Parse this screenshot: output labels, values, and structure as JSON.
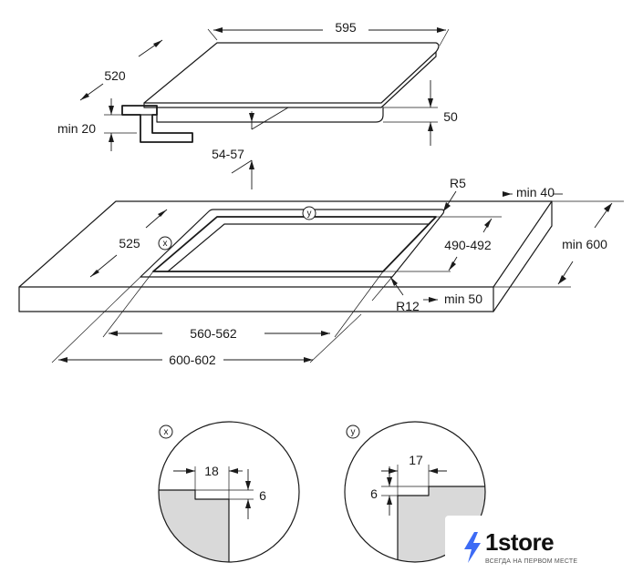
{
  "diagram": {
    "hob": {
      "width": "595",
      "depth": "520",
      "height": "50",
      "min_clearance": "min 20",
      "built_in_depth": "54-57"
    },
    "cutout": {
      "corner_radius_outer": "R5",
      "min_back": "min 40",
      "min_depth": "min 600",
      "depth": "490-492",
      "radius_inner": "R12",
      "min_front": "min 50",
      "depth_side": "525",
      "width_inner": "560-562",
      "width_outer": "600-602"
    },
    "detail_x": {
      "marker": "x",
      "width": "18",
      "height": "6",
      "fill_color": "#d9d9d9"
    },
    "detail_y": {
      "marker": "y",
      "width": "17",
      "height": "6",
      "fill_color": "#d9d9d9"
    },
    "watermark": {
      "name": "1store",
      "slogan": "ВСЕГДА НА ПЕРВОМ МЕСТЕ",
      "accent_color": "#3d6bf5"
    }
  }
}
